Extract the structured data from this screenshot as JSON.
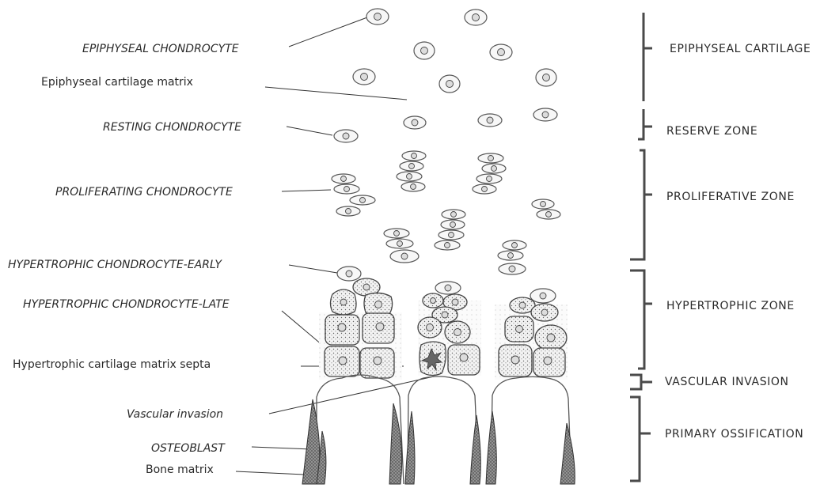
{
  "cell_labels": {
    "epiphyseal_chondrocyte": "EPIPHYSEAL CHONDROCYTE",
    "epiphyseal_matrix": "Epiphyseal cartilage matrix",
    "resting_chondrocyte": "RESTING CHONDROCYTE",
    "proliferating_chondrocyte": "PROLIFERATING CHONDROCYTE",
    "hypertrophic_early": "HYPERTROPHIC CHONDROCYTE-EARLY",
    "hypertrophic_late": "HYPERTROPHIC CHONDROCYTE-LATE",
    "matrix_septa": "Hypertrophic cartilage matrix septa",
    "vascular_invasion": "Vascular invasion",
    "osteoblast": "OSTEOBLAST",
    "bone_matrix": "Bone matrix"
  },
  "zones": {
    "epiphyseal_cartilage": "EPIPHYSEAL CARTILAGE",
    "reserve": "RESERVE ZONE",
    "proliferative": "PROLIFERATIVE ZONE",
    "hypertrophic": "HYPERTROPHIC ZONE",
    "vascular_invasion": "VASCULAR INVASION",
    "primary_ossification": "PRIMARY OSSIFICATION"
  }
}
